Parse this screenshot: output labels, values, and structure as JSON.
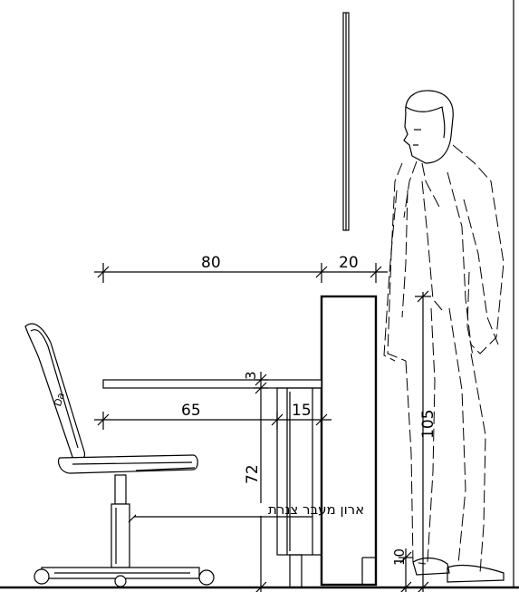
{
  "dimensions": {
    "desk_depth": "80",
    "panel_offset": "20",
    "desk_thickness": "3",
    "knee_depth": "65",
    "cabinet_depth": "15",
    "desk_height": "72",
    "counter_height": "105",
    "floor_offset": "10"
  },
  "labels": {
    "cabinet_label": "ארון מעבר צנרת"
  },
  "icons": {
    "seat_logo": "Da"
  }
}
